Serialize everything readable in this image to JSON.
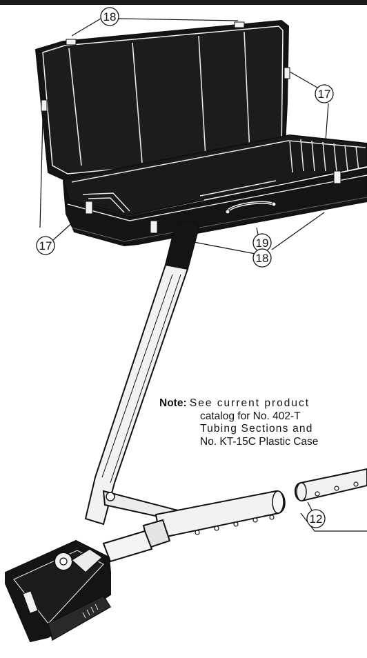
{
  "callouts": {
    "top_18": "18",
    "right_17": "17",
    "left_17": "17",
    "handle_19": "19",
    "bottom_18": "18",
    "tubing_12": "12"
  },
  "note": {
    "label": "Note:",
    "line1": "See current product",
    "line2": "catalog for No. 402-T",
    "line3": "Tubing Sections and",
    "line4": "No. KT-15C Plastic Case"
  },
  "colors": {
    "ink": "#111111",
    "case_fill": "#141414",
    "metal": "#e6e6e6"
  }
}
